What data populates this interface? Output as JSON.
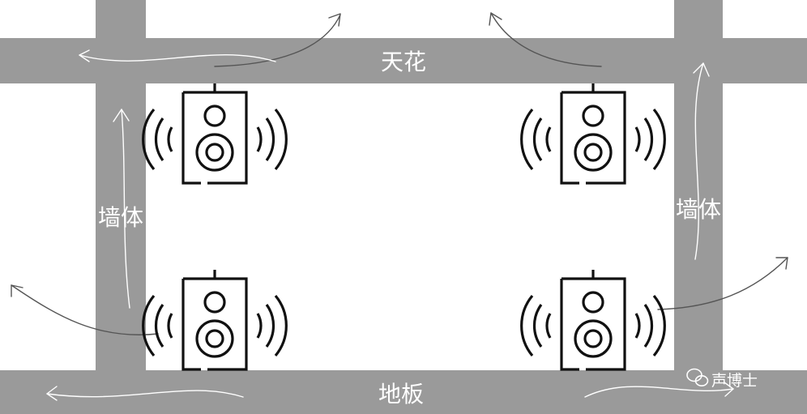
{
  "labels": {
    "ceiling": "天花",
    "floor": "地板",
    "wall_left": "墙体",
    "wall_right": "墙体"
  },
  "watermark": {
    "text": "声博士",
    "icon": "wechat-icon"
  },
  "colors": {
    "structure": "#9a9a9a",
    "background": "#ffffff",
    "label": "#ffffff",
    "speaker_stroke": "#111111",
    "arrow_on_gray": "#ffffff",
    "arrow_on_white": "#555555"
  },
  "speakers": [
    {
      "id": "top-left",
      "icon": "speaker-icon"
    },
    {
      "id": "top-right",
      "icon": "speaker-icon"
    },
    {
      "id": "bottom-left",
      "icon": "speaker-icon"
    },
    {
      "id": "bottom-right",
      "icon": "speaker-icon"
    }
  ]
}
